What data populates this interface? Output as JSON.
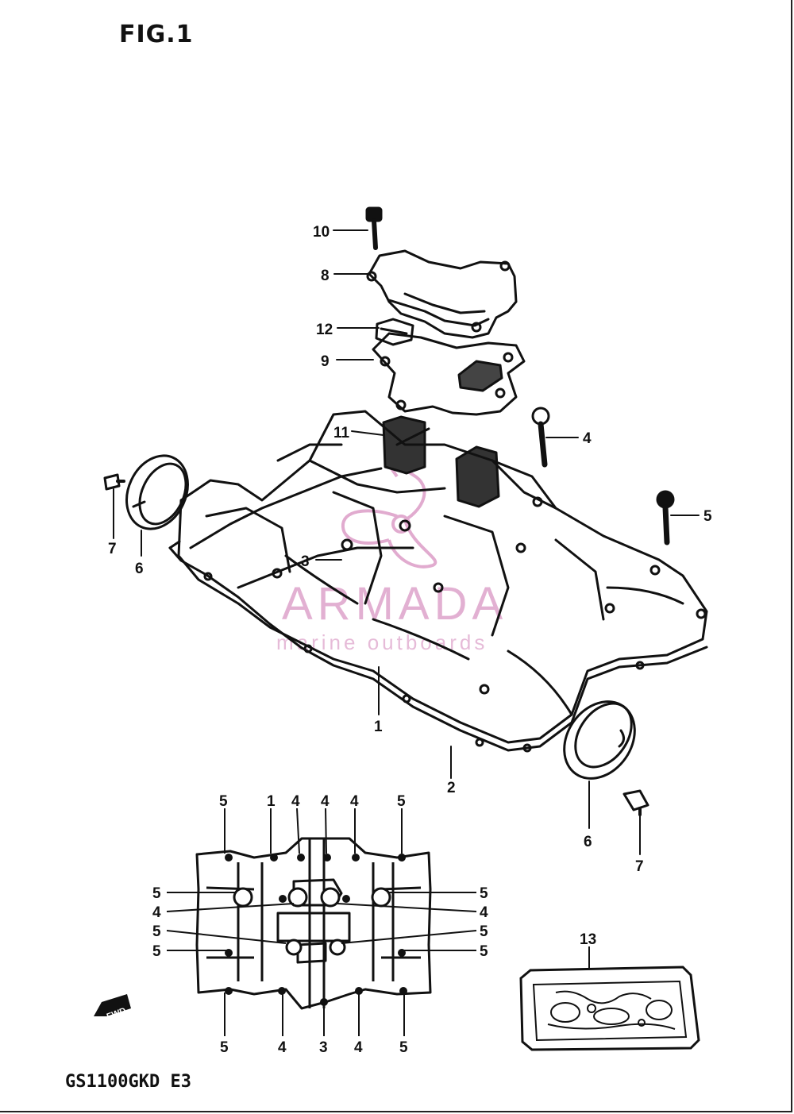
{
  "figure": {
    "title": "FIG.1",
    "model_code": "GS1100GKD E3"
  },
  "watermark": {
    "brand": "ARMADA",
    "tagline": "marine outboards",
    "color": "#d78fbf"
  },
  "callouts": {
    "c10": "10",
    "c8": "8",
    "c12": "12",
    "c9": "9",
    "c11": "11",
    "c4a": "4",
    "c5a": "5",
    "c7a": "7",
    "c6a": "6",
    "c3a": "3",
    "c1": "1",
    "c2": "2",
    "c6b": "6",
    "c7b": "7",
    "c13": "13"
  },
  "bolt_pattern": {
    "top_labels": [
      "5",
      "1",
      "4",
      "4",
      "4",
      "5"
    ],
    "left_labels": [
      "5",
      "4",
      "5",
      "5"
    ],
    "right_labels": [
      "5",
      "4",
      "5",
      "5"
    ],
    "bottom_labels": [
      "5",
      "4",
      "3",
      "4",
      "5"
    ],
    "fwd_label": "FWD"
  },
  "colors": {
    "ink": "#111111",
    "paper": "#ffffff"
  }
}
